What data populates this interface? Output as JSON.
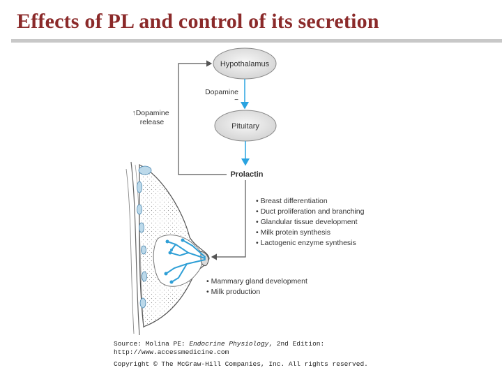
{
  "slide": {
    "title": "Effects of PL and control of its secretion"
  },
  "diagram": {
    "nodes": {
      "hypothalamus": "Hypothalamus",
      "pituitary": "Pituitary",
      "prolactin": "Prolactin"
    },
    "labels": {
      "dopamine": "Dopamine",
      "dopamine_sign": "−",
      "feedback_line1": "↑Dopamine",
      "feedback_line2": "release"
    },
    "breast_effects": [
      "• Breast differentiation",
      "• Duct proliferation and branching",
      "• Glandular tissue development",
      "• Milk protein synthesis",
      "• Lactogenic enzyme synthesis"
    ],
    "outcomes": [
      "• Mammary gland development",
      "• Milk production"
    ],
    "colors": {
      "ellipse_fill": "#e4e4e4",
      "arrow_blue": "#29a3e0",
      "duct_blue": "#2f9fd6",
      "line_gray": "#555555",
      "title_red": "#8b2a2a"
    }
  },
  "credit": {
    "source_prefix": "Source: Molina PE: ",
    "source_book": "Endocrine Physiology",
    "source_suffix": ", 2nd Edition:",
    "url": "http://www.accessmedicine.com",
    "copyright": "Copyright © The McGraw-Hill Companies, Inc. All rights reserved."
  }
}
